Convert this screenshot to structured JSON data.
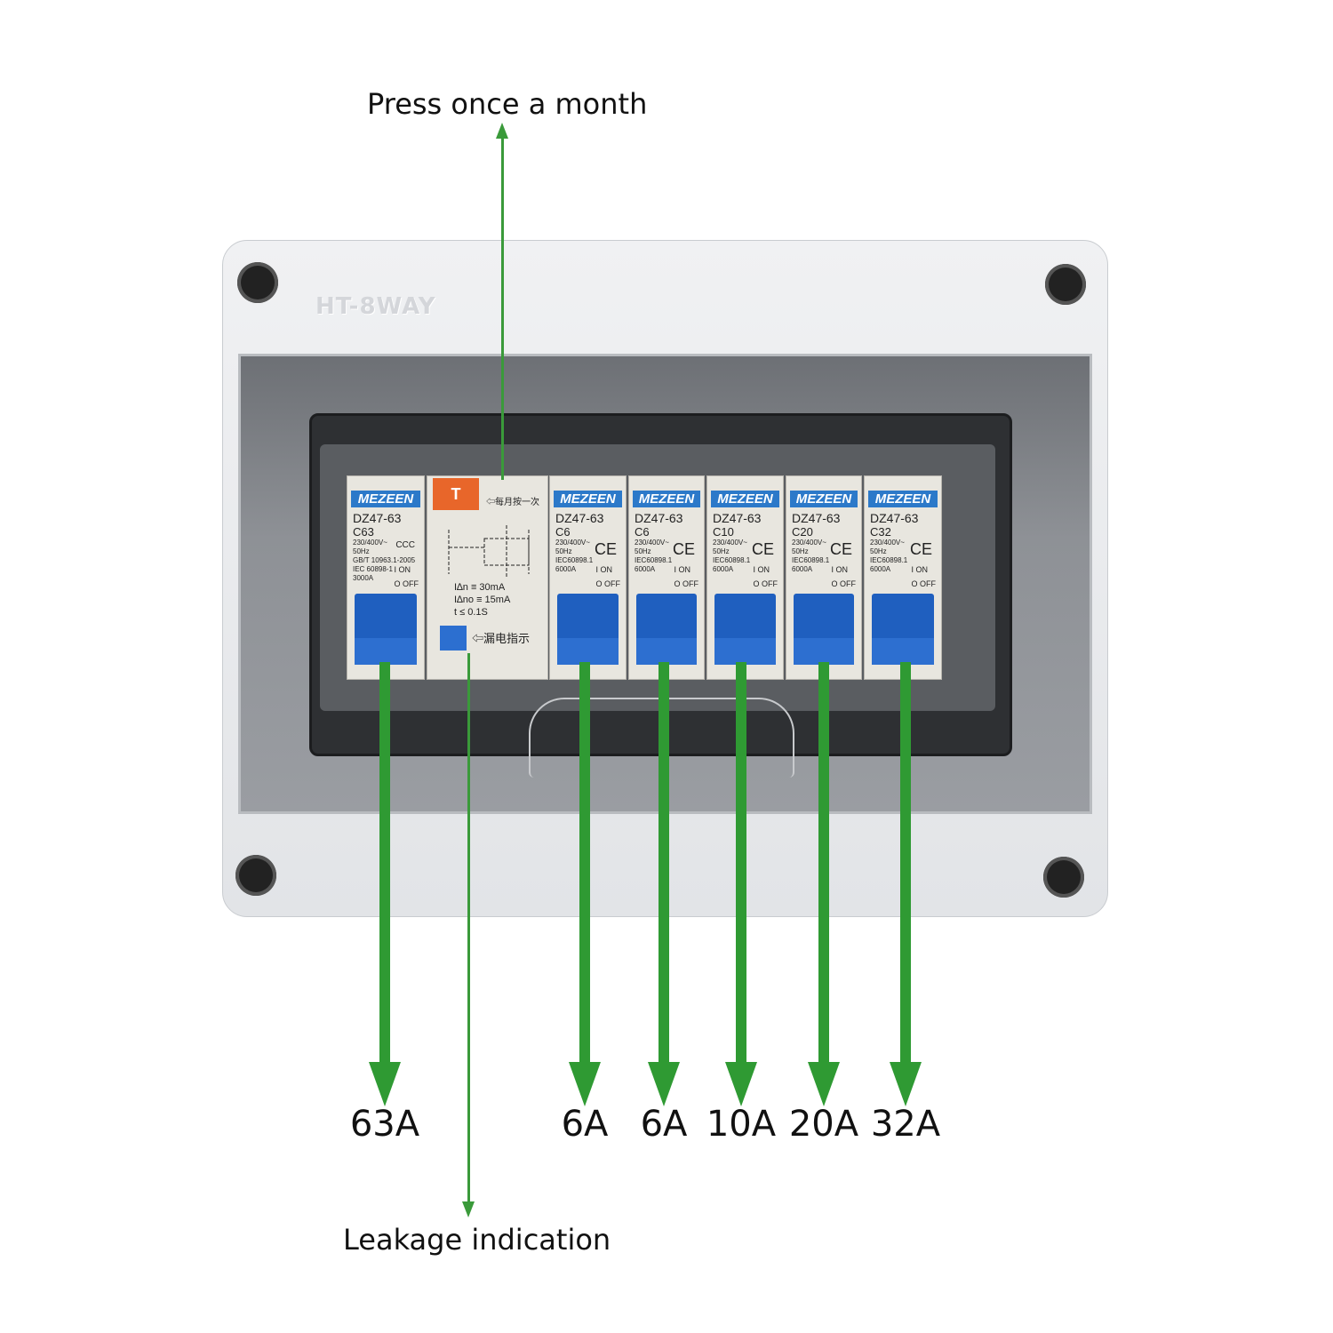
{
  "annotations": {
    "top": "Press once a month",
    "bottom": "Leakage indication"
  },
  "enclosure_model": "HT-8WAY",
  "ratings": [
    "63A",
    "6A",
    "6A",
    "10A",
    "20A",
    "32A"
  ],
  "rcd": {
    "test_label": "T",
    "test_note": "⇦每月按一次",
    "rated": "I∆n  ≡ 30mA",
    "no_trip": "I∆no ≡ 15mA",
    "time": "t     ≤ 0.1S",
    "indicator_note": "⇦漏电指示"
  },
  "breakers": [
    {
      "brand": "MEZEEN",
      "model": "DZ47-63",
      "rating": "C63",
      "specs": [
        "230/400V~",
        "50Hz",
        "GB/T 10963.1-2005",
        "IEC 60898-1",
        "3000A"
      ],
      "mark": "CCC"
    },
    {
      "brand": "MEZEEN",
      "model": "DZ47-63",
      "rating": "C6",
      "specs": [
        "230/400V~",
        "50Hz",
        "IEC60898.1",
        "6000A"
      ],
      "mark": "CE"
    },
    {
      "brand": "MEZEEN",
      "model": "DZ47-63",
      "rating": "C6",
      "specs": [
        "230/400V~",
        "50Hz",
        "IEC60898.1",
        "6000A"
      ],
      "mark": "CE"
    },
    {
      "brand": "MEZEEN",
      "model": "DZ47-63",
      "rating": "C10",
      "specs": [
        "230/400V~",
        "50Hz",
        "IEC60898.1",
        "6000A"
      ],
      "mark": "CE"
    },
    {
      "brand": "MEZEEN",
      "model": "DZ47-63",
      "rating": "C20",
      "specs": [
        "230/400V~",
        "50Hz",
        "IEC60898.1",
        "6000A"
      ],
      "mark": "CE"
    },
    {
      "brand": "MEZEEN",
      "model": "DZ47-63",
      "rating": "C32",
      "specs": [
        "230/400V~",
        "50Hz",
        "IEC60898.1",
        "6000A"
      ],
      "mark": "CE"
    }
  ],
  "switch_states": {
    "on": "I ON",
    "off": "O OFF"
  }
}
